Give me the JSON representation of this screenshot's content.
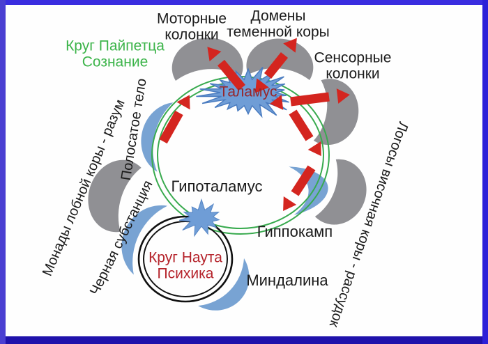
{
  "diagram": {
    "labels": {
      "papez_circle": "Круг Пайпетца\nСознание",
      "motor_columns": "Моторные\nколонки",
      "parietal_domains": "Домены\nтеменной коры",
      "sensory_columns": "Сенсорные\nколонки",
      "thalamus": "Таламус",
      "hypothalamus": "Гипоталамус",
      "hippocampus": "Гиппокамп",
      "amygdala": "Миндалина",
      "nauta_circle": "Круг Наута\nПсихика",
      "striatum": "Полосатое тело",
      "frontal_monads": "Монады лобной коры - разум",
      "substantia_nigra": "Черная субстанция",
      "temporal_logos": "Логосы височная коры - рассудок"
    },
    "colors": {
      "frame_blue": "#3a2de0",
      "papez_text_green": "#3cb44a",
      "circle_green": "#38aa4e",
      "arrow_red": "#d4251f",
      "thalamus_text_red": "#97262a",
      "nauta_text_red": "#b5232b",
      "cortex_crescent_gray": "#909094",
      "nucleus_crescent_blue": "#78a3d3",
      "starburst_blue": "#6f9dd6",
      "nauta_ring_black": "#111111",
      "label_black": "#1a1a1a"
    }
  }
}
